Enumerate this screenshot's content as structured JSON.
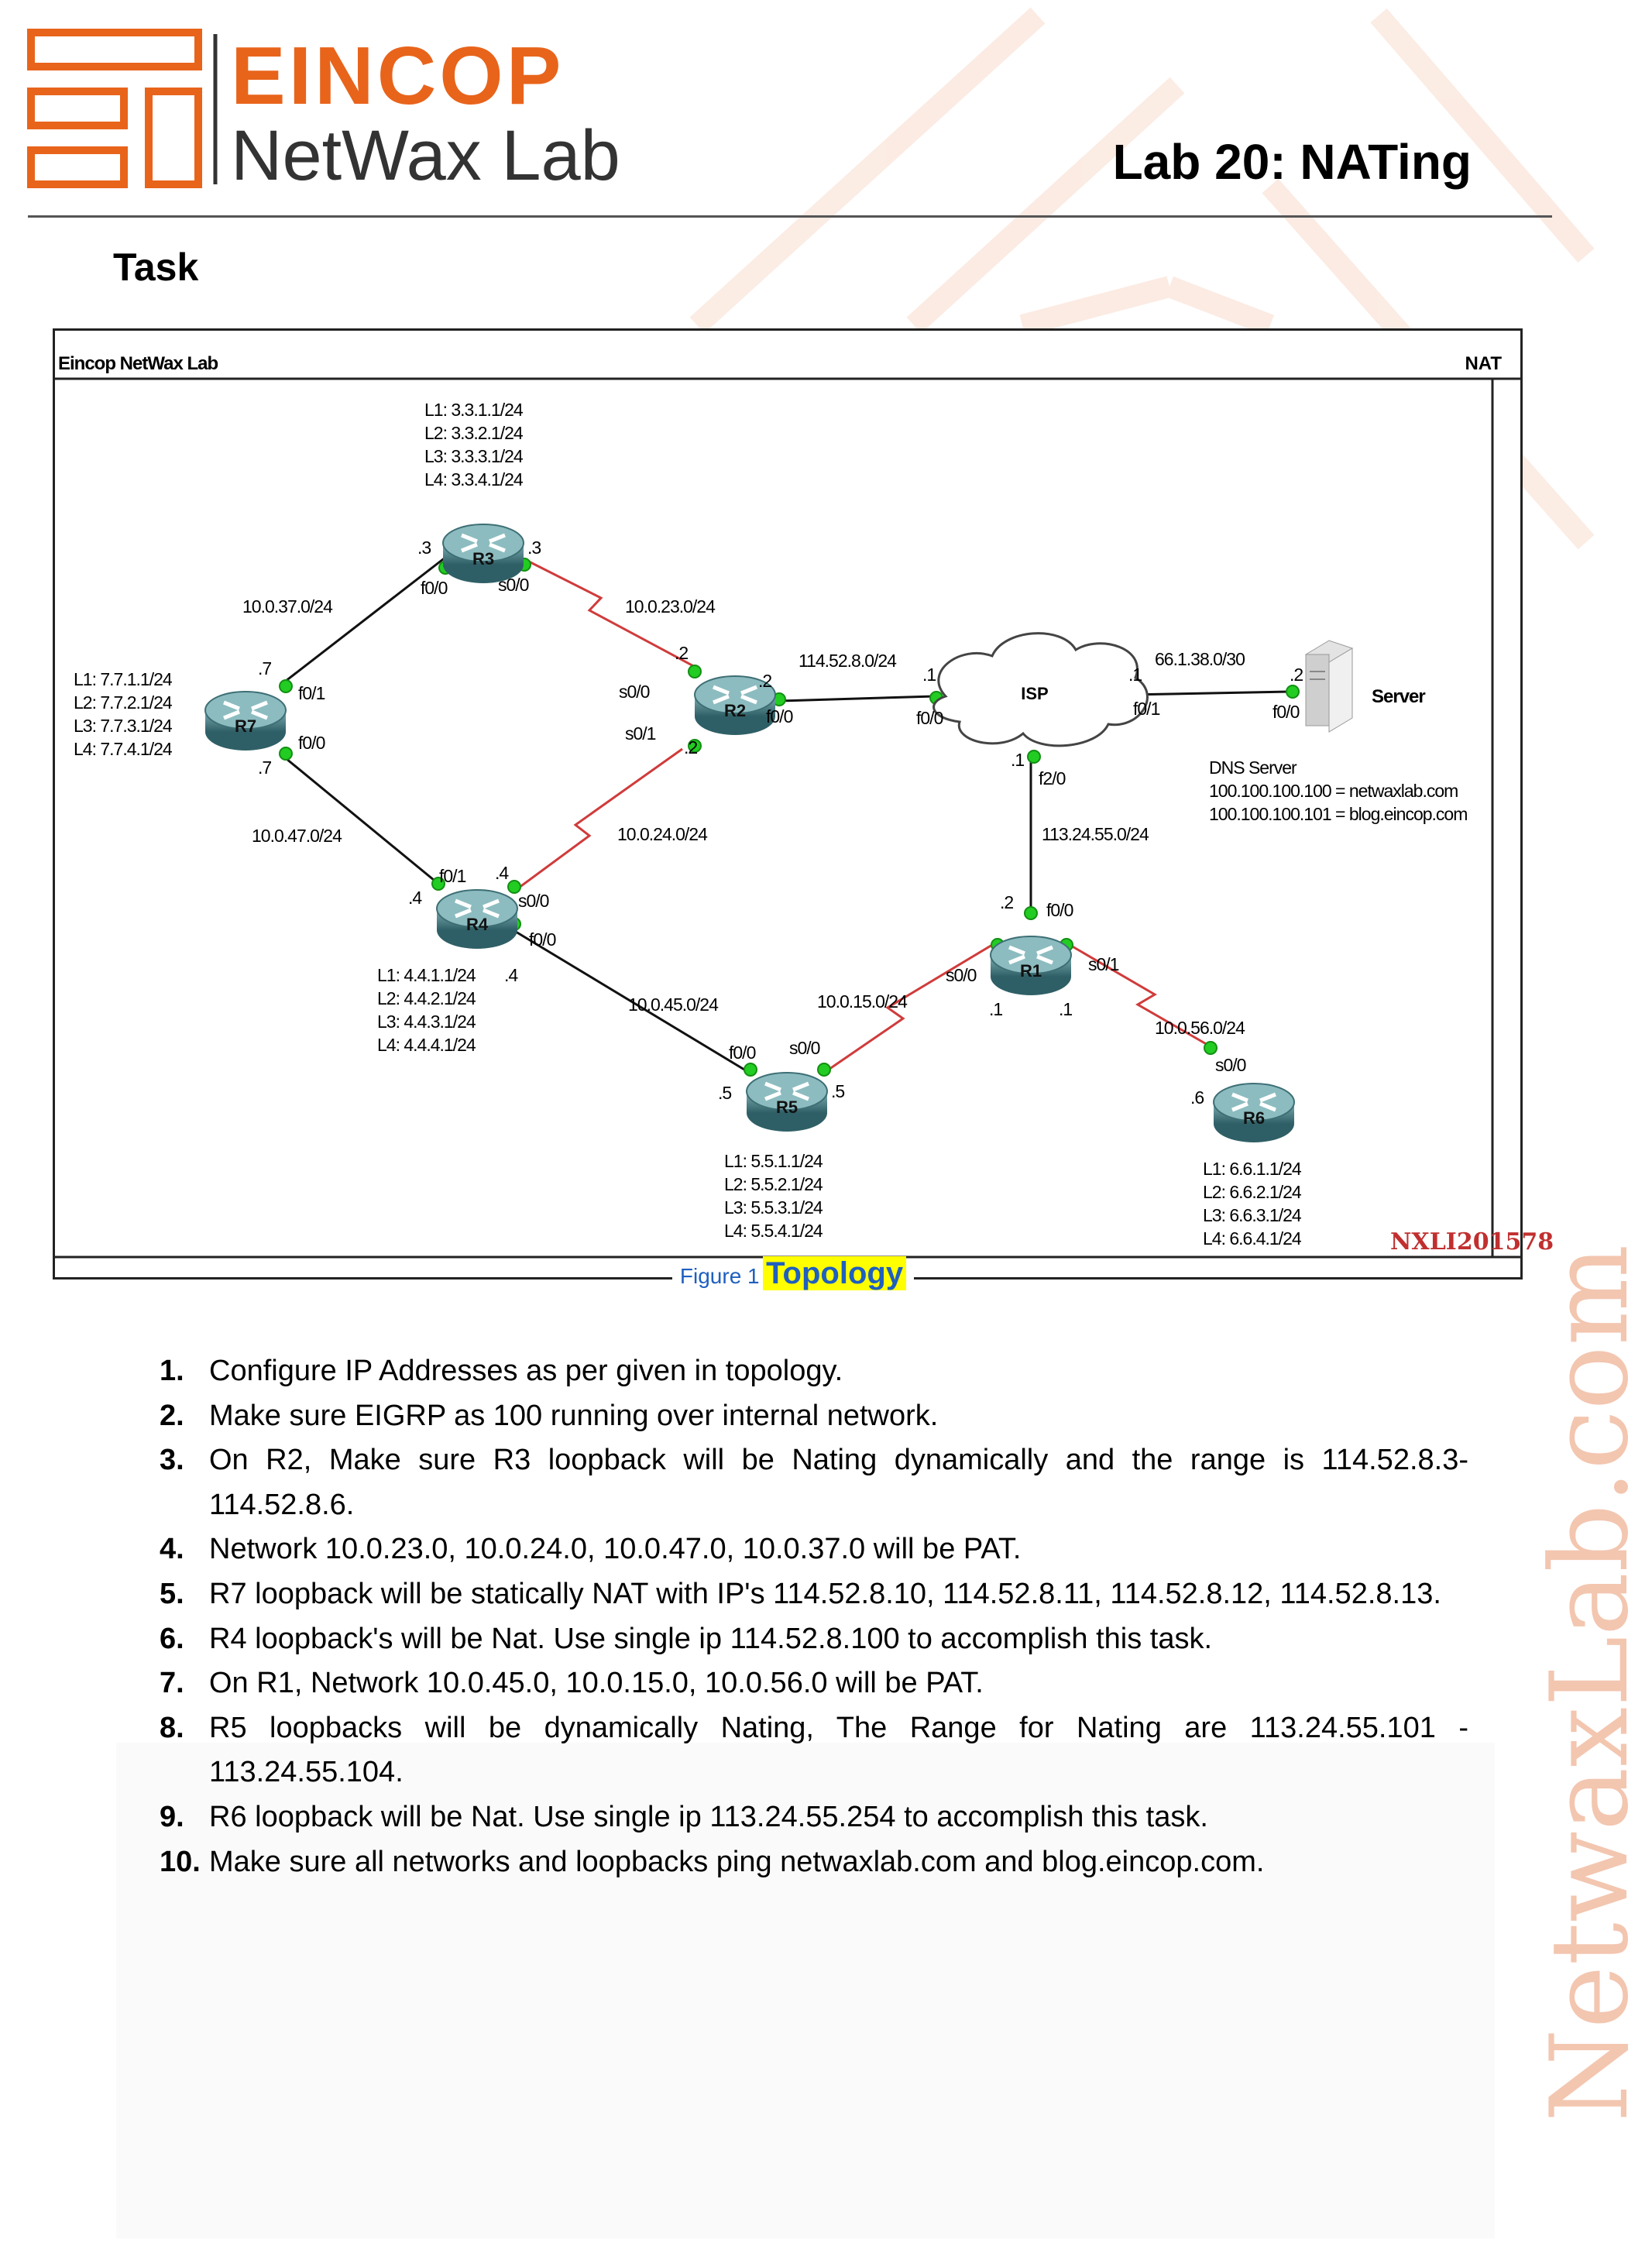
{
  "header": {
    "brand_top": "EINCOP",
    "brand_bottom": "NetWax Lab",
    "lab_title": "Lab 20: NATing",
    "section_heading": "Task",
    "colors": {
      "brand_orange": "#e8641b",
      "accent_peach": "#f7d6c4"
    }
  },
  "figure": {
    "frame_left": "Eincop NetWax Lab",
    "frame_right": "NAT",
    "code": "NXLI201578",
    "caption_label": "Figure 1",
    "caption_title": "Topology"
  },
  "topology": {
    "routers": {
      "r3": "R3",
      "r7": "R7",
      "r2": "R2",
      "r4": "R4",
      "r1": "R1",
      "r5": "R5",
      "r6": "R6"
    },
    "cloud": "ISP",
    "server": "Server",
    "dns_title": "DNS Server",
    "dns_1": "100.100.100.100 = netwaxlab.com",
    "dns_2": "100.100.100.101 = blog.eincop.com",
    "loopbacks": {
      "r3": [
        "L1: 3.3.1.1/24",
        "L2: 3.3.2.1/24",
        "L3: 3.3.3.1/24",
        "L4: 3.3.4.1/24"
      ],
      "r7": [
        "L1: 7.7.1.1/24",
        "L2: 7.7.2.1/24",
        "L3: 7.7.3.1/24",
        "L4: 7.7.4.1/24"
      ],
      "r4": [
        "L1: 4.4.1.1/24",
        "L2: 4.4.2.1/24",
        "L3: 4.4.3.1/24",
        "L4: 4.4.4.1/24"
      ],
      "r5": [
        "L1: 5.5.1.1/24",
        "L2: 5.5.2.1/24",
        "L3: 5.5.3.1/24",
        "L4: 5.5.4.1/24"
      ],
      "r6": [
        "L1: 6.6.1.1/24",
        "L2: 6.6.2.1/24",
        "L3: 6.6.3.1/24",
        "L4: 6.6.4.1/24"
      ]
    },
    "networks": {
      "n37": "10.0.37.0/24",
      "n23": "10.0.23.0/24",
      "n1452": "114.52.8.0/24",
      "n661": "66.1.38.0/30",
      "n47": "10.0.47.0/24",
      "n24": "10.0.24.0/24",
      "n1132": "113.24.55.0/24",
      "n45": "10.0.45.0/24",
      "n15": "10.0.15.0/24",
      "n56": "10.0.56.0/24"
    },
    "interfaces": {
      "r3_f00": "f0/0",
      "r3_s00": "s0/0",
      "r3_hl": ".3",
      "r3_hr": ".3",
      "r7_f01": "f0/1",
      "r7_f00": "f0/0",
      "r7_ht": ".7",
      "r7_hb": ".7",
      "r2_s00": "s0/0",
      "r2_s01": "s0/1",
      "r2_f00": "f0/0",
      "r2_ht": ".2",
      "r2_hr": ".2",
      "r2_hb": ".2",
      "isp_f00": "f0/0",
      "isp_f01": "f0/1",
      "isp_f20": "f2/0",
      "isp_hl": ".1",
      "isp_hr": ".1",
      "isp_hb": ".1",
      "srv_f00": "f0/0",
      "srv_h": ".2",
      "r4_f01": "f0/1",
      "r4_s00": "s0/0",
      "r4_f00": "f0/0",
      "r4_hl": ".4",
      "r4_ht": ".4",
      "r4_hb": ".4",
      "r1_f00": "f0/0",
      "r1_s00": "s0/0",
      "r1_s01": "s0/1",
      "r1_ht": ".2",
      "r1_hl": ".1",
      "r1_hr": ".1",
      "r5_f00": "f0/0",
      "r5_s00": "s0/0",
      "r5_hl": ".5",
      "r5_hr": ".5",
      "r6_s00": "s0/0",
      "r6_h": ".6"
    }
  },
  "tasks": [
    {
      "num": "1.",
      "text": "Configure IP Addresses as per given in topology."
    },
    {
      "num": "2.",
      "text": "Make sure EIGRP as 100 running over internal network."
    },
    {
      "num": "3.",
      "text": "On R2, Make sure R3 loopback will be Nating dynamically and the range is 114.52.8.3-114.52.8.6."
    },
    {
      "num": "4.",
      "text": "Network 10.0.23.0, 10.0.24.0, 10.0.47.0, 10.0.37.0 will be PAT."
    },
    {
      "num": "5.",
      "text": "R7 loopback will be statically NAT with IP's 114.52.8.10, 114.52.8.11, 114.52.8.12, 114.52.8.13."
    },
    {
      "num": "6.",
      "text": "R4 loopback's will be Nat. Use single ip 114.52.8.100 to accomplish this task."
    },
    {
      "num": "7.",
      "text": "On R1, Network 10.0.45.0, 10.0.15.0, 10.0.56.0 will be PAT."
    },
    {
      "num": "8.",
      "text": "R5 loopbacks will be dynamically Nating, The Range for Nating are 113.24.55.101 - 113.24.55.104."
    },
    {
      "num": "9.",
      "text": "R6 loopback will be Nat. Use single ip 113.24.55.254 to accomplish this task."
    },
    {
      "num": "10.",
      "text": "Make sure all networks and loopbacks ping netwaxlab.com and blog.eincop.com."
    }
  ],
  "watermark": "NetwaxLab.com"
}
